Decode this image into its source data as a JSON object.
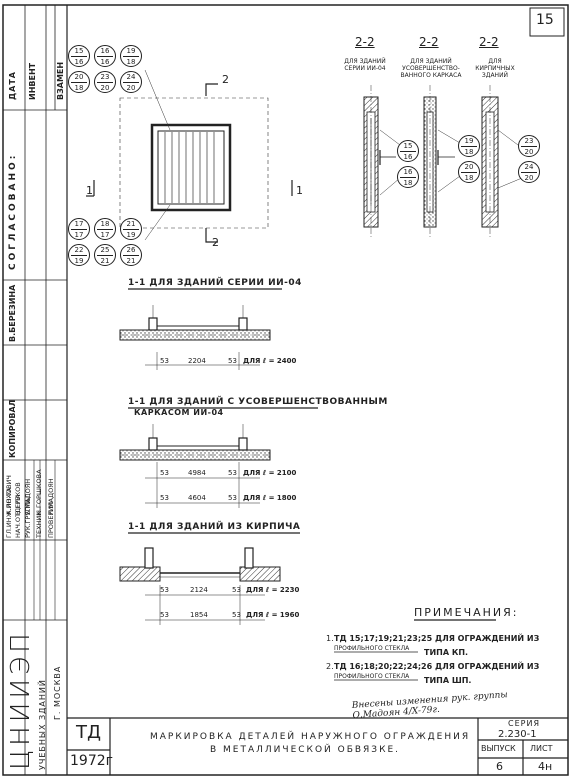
{
  "sheet_number": "15",
  "stamp": {
    "left_block": [
      "ДАТА",
      "ИНВЕНТ",
      "ВЗАМЕН",
      "СОГЛАСОВАНО:"
    ],
    "signatures": [
      "В.БЕРЕЗИНА",
      "КОПИРОВАЛ"
    ],
    "staff": [
      {
        "role": "ГЛ.ИНЖ.ИН-ТА",
        "name": "А.ЛОХОВИЧ"
      },
      {
        "role": "НАЧ.ОТДЕЛА",
        "name": "В.ГРЕКОВ"
      },
      {
        "role": "РУК.ГРУППЫ",
        "name": "Б.МАДОЯН"
      },
      {
        "role": "ТЕХНИК",
        "name": "Н.ГОРШКОВА"
      },
      {
        "role": "ПРОВЕРИЛ",
        "name": "Л.МАДОЯН"
      }
    ],
    "org_vertical": [
      "ЦНИИЭП",
      "УЧЕБНЫХ ЗДАНИЙ",
      "Г. МОСКВА"
    ]
  },
  "markers": {
    "top_grid": [
      [
        "15",
        "16",
        "19"
      ],
      [
        "16",
        "16",
        "18"
      ],
      [
        "20",
        "23",
        "24"
      ],
      [
        "18",
        "20",
        "20"
      ]
    ],
    "bottom_grid": [
      [
        "17",
        "18",
        "21"
      ],
      [
        "17",
        "17",
        "19"
      ],
      [
        "22",
        "25",
        "26"
      ],
      [
        "19",
        "21",
        "21"
      ]
    ],
    "cut_1": "1",
    "cut_2": "2"
  },
  "sections_2_2": [
    {
      "title": "2-2",
      "caption": "ДЛЯ ЗДАНИЙ СЕРИИ ИИ-04",
      "circles": [
        [
          "15",
          "16"
        ],
        [
          "16",
          "18"
        ]
      ]
    },
    {
      "title": "2-2",
      "caption": "ДЛЯ ЗДАНИЙ УСОВЕРШЕНСТВО- ВАННОГО КАРКАСА",
      "circles": [
        [
          "19",
          "18"
        ],
        [
          "20",
          "18"
        ]
      ]
    },
    {
      "title": "2-2",
      "caption": "ДЛЯ КИРПИЧНЫХ ЗДАНИЙ",
      "circles": [
        [
          "23",
          "20"
        ],
        [
          "24",
          "20"
        ]
      ]
    }
  ],
  "sections_1_1": [
    {
      "title": "1-1 ДЛЯ ЗДАНИЙ СЕРИИ ИИ-04",
      "dims": [
        {
          "left": "53",
          "mid": "2204",
          "right": "53",
          "note": "ДЛЯ ℓ = 2400"
        }
      ]
    },
    {
      "title": "1-1 ДЛЯ ЗДАНИЙ С УСОВЕРШЕНСТВОВАННЫМ",
      "subtitle": "КАРКАСОМ ИИ-04",
      "dims": [
        {
          "left": "53",
          "mid": "4984",
          "right": "53",
          "note": "ДЛЯ ℓ = 2100"
        },
        {
          "left": "53",
          "mid": "4604",
          "right": "53",
          "note": "ДЛЯ ℓ = 1800"
        }
      ]
    },
    {
      "title": "1-1 ДЛЯ ЗДАНИЙ ИЗ КИРПИЧА",
      "dims": [
        {
          "left": "53",
          "mid": "2124",
          "right": "53",
          "note": "ДЛЯ ℓ = 2230"
        },
        {
          "left": "53",
          "mid": "1854",
          "right": "53",
          "note": "ДЛЯ ℓ = 1960"
        }
      ]
    }
  ],
  "notes": {
    "heading": "ПРИМЕЧАНИЯ:",
    "items": [
      {
        "n": "1.",
        "line1": "ТД 15;17;19;21;23;25 ДЛЯ ОГРАЖДЕНИЙ ИЗ",
        "line2": "ПРОФИЛЬНОГО СТЕКЛА",
        "line3": "ТИПА КП."
      },
      {
        "n": "2.",
        "line1": "ТД 16;18;20;22;24;26 ДЛЯ ОГРАЖДЕНИЙ ИЗ",
        "line2": "ПРОФИЛЬНОГО СТЕКЛА",
        "line3": "ТИПА ШП."
      }
    ],
    "amendment": "Внесены изменения рук. группы О.Мадоян 4/X-79г."
  },
  "title_block": {
    "td": "ТД",
    "year": "1972г",
    "title_line1": "МАРКИРОВКА ДЕТАЛЕЙ НАРУЖНОГО ОГРАЖДЕНИЯ",
    "title_line2": "В МЕТАЛЛИЧЕСКОЙ ОБВЯЗКЕ.",
    "series_label": "СЕРИЯ",
    "series_value": "2.230-1",
    "issue_label": "ВЫПУСК",
    "issue_value": "6",
    "sheet_label": "ЛИСТ",
    "sheet_value": "4н"
  }
}
